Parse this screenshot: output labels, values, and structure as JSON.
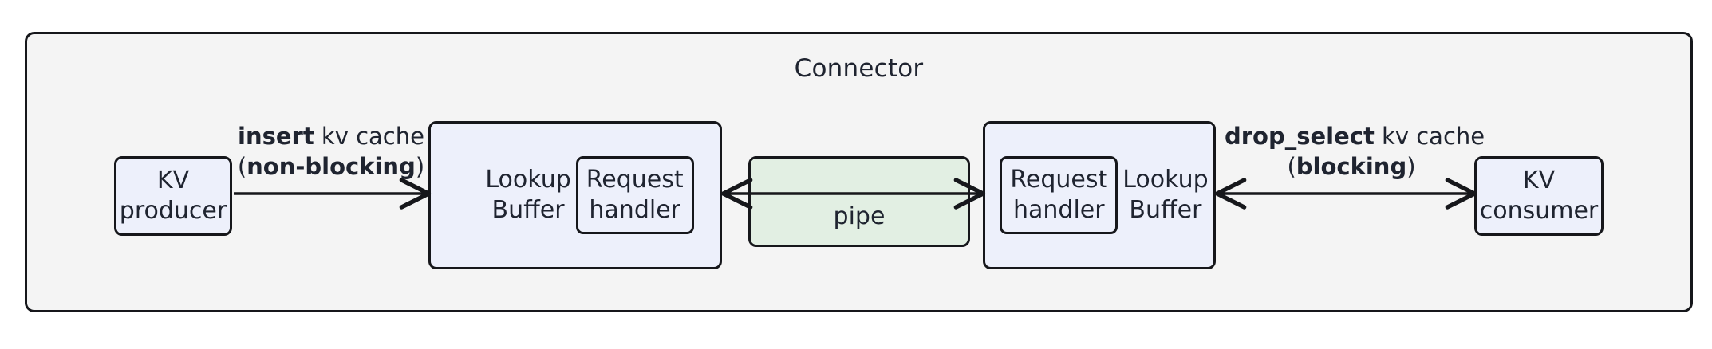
{
  "diagram": {
    "container": {
      "title": "Connector",
      "fill": "#f4f4f4",
      "stroke": "#16171b"
    },
    "nodes": {
      "kv_producer": {
        "line1": "KV",
        "line2": "producer",
        "fill": "#edf0fb"
      },
      "kv_consumer": {
        "line1": "KV",
        "line2": "consumer",
        "fill": "#edf0fb"
      },
      "lookup_buffer_left": {
        "line1": "Lookup",
        "line2": "Buffer",
        "fill": "#edf0fb"
      },
      "lookup_buffer_right": {
        "line1": "Lookup",
        "line2": "Buffer",
        "fill": "#edf0fb"
      },
      "request_handler_left": {
        "line1": "Request",
        "line2": "handler",
        "fill": "#edf0fb"
      },
      "request_handler_right": {
        "line1": "Request",
        "line2": "handler",
        "fill": "#edf0fb"
      },
      "pipe": {
        "label": "pipe",
        "fill": "#e2efe3"
      }
    },
    "edges": {
      "insert": {
        "line1_bold": "insert",
        "line1_rest": " kv cache",
        "line2_open": "(",
        "line2_bold": "non-blocking",
        "line2_close": ")",
        "direction": "right"
      },
      "drop_select": {
        "line1_bold": "drop_select",
        "line1_rest": " kv cache",
        "line2_open": "(",
        "line2_bold": "blocking",
        "line2_close": ")",
        "direction": "both"
      },
      "pipe_flow": {
        "direction": "both"
      }
    }
  }
}
